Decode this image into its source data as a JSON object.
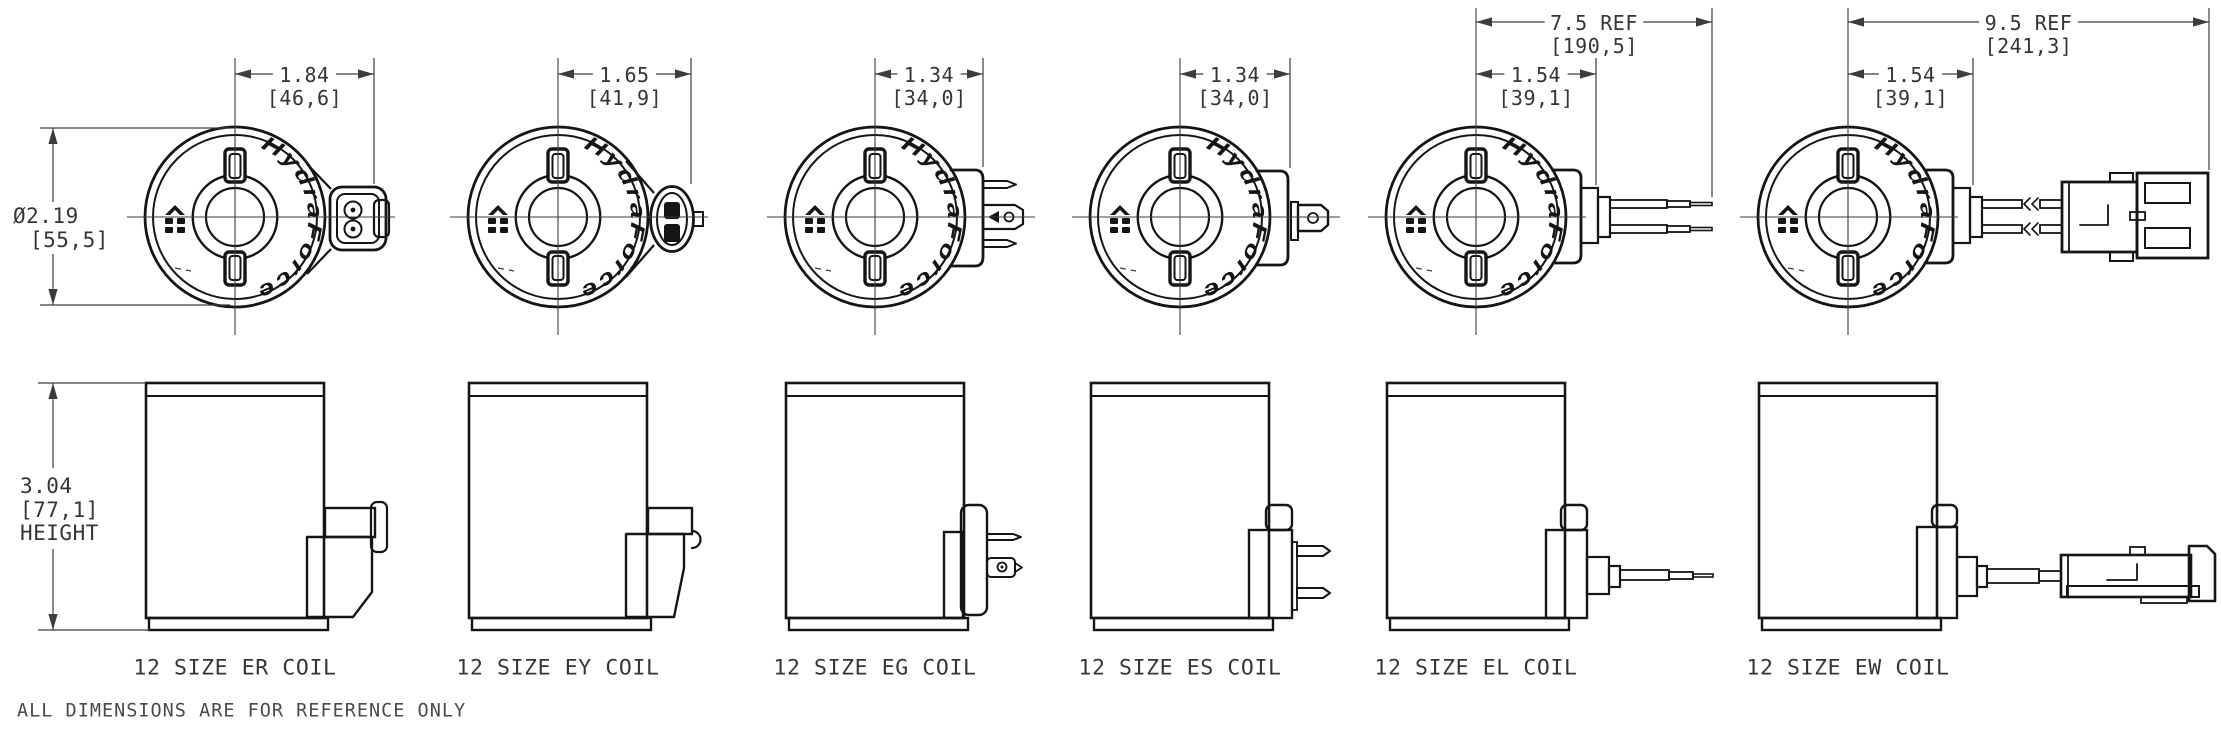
{
  "colors": {
    "ink": "#151515",
    "dim": "#3c3c3c",
    "text": "#353535",
    "note_text": "#4a4a4a",
    "background": "#ffffff"
  },
  "brand": {
    "logo_text": "HydraForce",
    "logo_mark_icon": "hydraforce-emblem"
  },
  "note": "ALL DIMENSIONS ARE FOR REFERENCE ONLY",
  "shared_dims": {
    "diameter": {
      "inches": "Ø2.19",
      "metric": "[55,5]"
    },
    "height": {
      "inches": "3.04",
      "metric": "[77,1]",
      "suffix": "HEIGHT"
    }
  },
  "coils": [
    {
      "id": "er",
      "label": "12 SIZE ER COIL",
      "connector": "weather-pack-tower-2-pin",
      "width_dim": {
        "inches": "1.84",
        "metric": "[46,6]"
      }
    },
    {
      "id": "ey",
      "label": "12 SIZE EY COIL",
      "connector": "deutsch-dt04-2-pin",
      "width_dim": {
        "inches": "1.65",
        "metric": "[41,9]"
      }
    },
    {
      "id": "eg",
      "label": "12 SIZE EG COIL",
      "connector": "din-43650",
      "width_dim": {
        "inches": "1.34",
        "metric": "[34,0]"
      }
    },
    {
      "id": "es",
      "label": "12 SIZE ES COIL",
      "connector": "dual-spade-terminal",
      "width_dim": {
        "inches": "1.34",
        "metric": "[34,0]"
      }
    },
    {
      "id": "el",
      "label": "12 SIZE EL COIL",
      "connector": "flying-leads",
      "width_dim": {
        "inches": "1.54",
        "metric": "[39,1]"
      },
      "ref_dim": {
        "inches": "7.5 REF",
        "metric": "[190,5]"
      }
    },
    {
      "id": "ew",
      "label": "12 SIZE EW COIL",
      "connector": "leads-with-weather-pack-plug",
      "width_dim": {
        "inches": "1.54",
        "metric": "[39,1]"
      },
      "ref_dim": {
        "inches": "9.5 REF",
        "metric": "[241,3]"
      }
    }
  ]
}
